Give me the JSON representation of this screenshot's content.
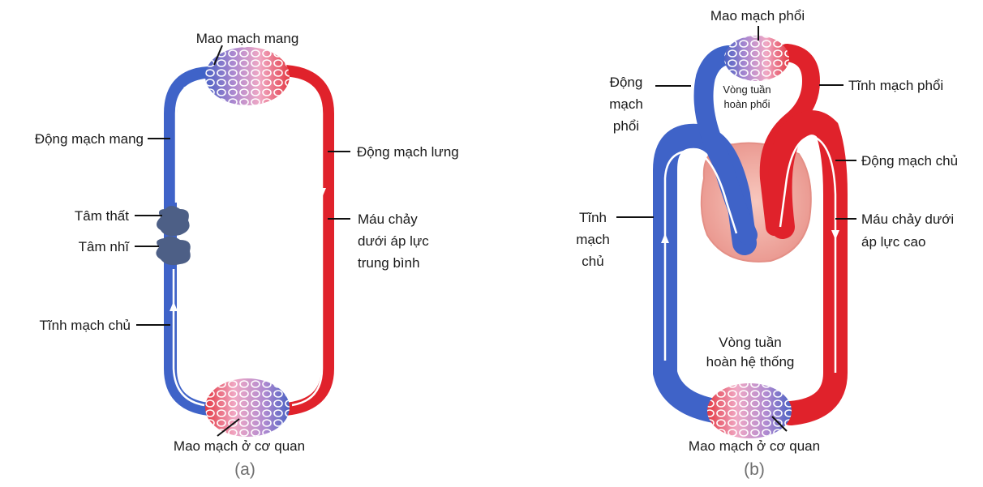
{
  "colors": {
    "deoxygenated": "#3f63c8",
    "oxygenated": "#e0222b",
    "capillary_pink": "#e7a9c3",
    "heart_fish": "#4d5f86",
    "heart_b": "#f2b3a8",
    "arrow": "#ffffff"
  },
  "panel_a": {
    "caption": "(a)",
    "labels": {
      "gill_capillaries": "Mao mạch mang",
      "gill_artery": "Động mạch mang",
      "dorsal_aorta": "Động mạch lưng",
      "ventricle": "Tâm thất",
      "atrium": "Tâm nhĩ",
      "pressure_line1": "Máu chảy",
      "pressure_line2": "dưới áp lực",
      "pressure_line3": "trung bình",
      "vena_cava": "Tĩnh mạch chủ",
      "organ_capillaries": "Mao mạch ở cơ quan"
    }
  },
  "panel_b": {
    "caption": "(b)",
    "labels": {
      "lung_capillaries": "Mao mạch phổi",
      "pulmonary_artery_line1": "Động",
      "pulmonary_artery_line2": "mạch",
      "pulmonary_artery_line3": "phổi",
      "pulmonary_circuit_line1": "Vòng tuần",
      "pulmonary_circuit_line2": "hoàn phổi",
      "pulmonary_vein": "Tĩnh mạch phổi",
      "aorta": "Động mạch chủ",
      "pressure_line1": "Máu chảy dưới",
      "pressure_line2": "áp lực cao",
      "vena_cava_line1": "Tĩnh",
      "vena_cava_line2": "mạch",
      "vena_cava_line3": "chủ",
      "systemic_circuit_line1": "Vòng tuần",
      "systemic_circuit_line2": "hoàn hệ thống",
      "organ_capillaries": "Mao mạch ở cơ quan"
    }
  }
}
